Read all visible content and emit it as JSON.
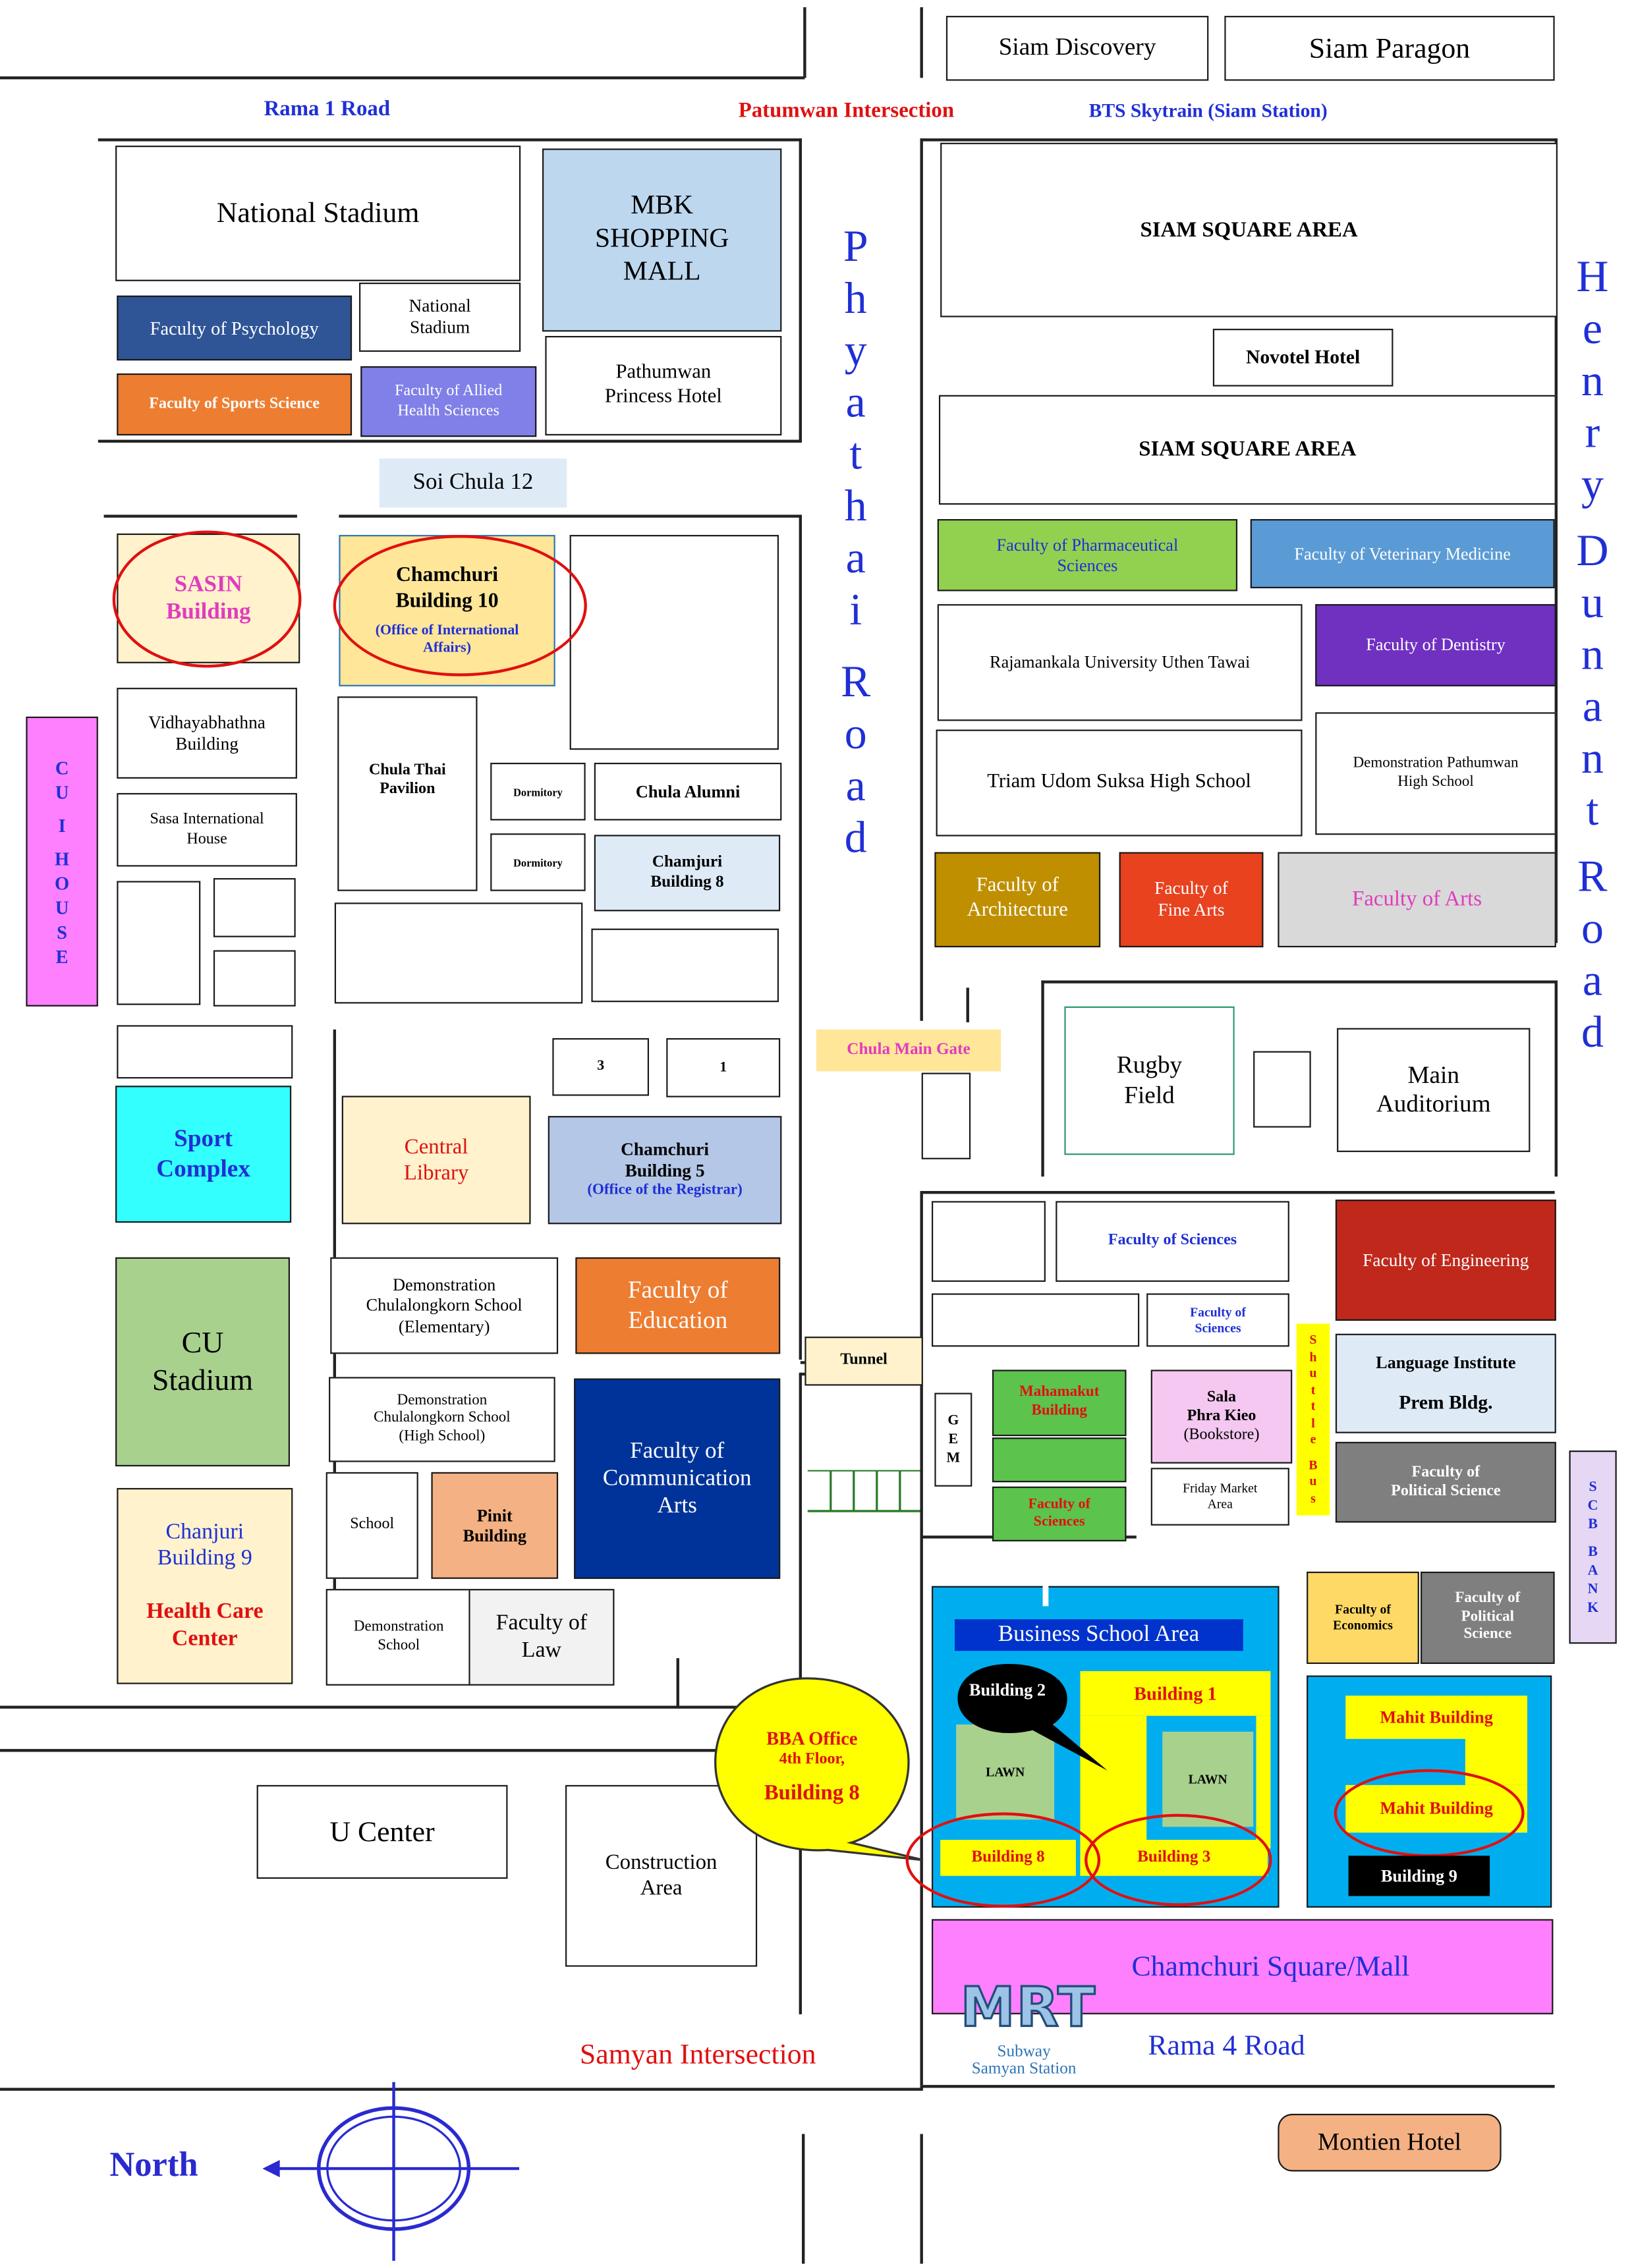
{
  "roads": {
    "rama1": "Rama   1  Road",
    "patumwan": "Patumwan Intersection",
    "bts": "BTS Skytrain (Siam Station)",
    "phyathai_letters": [
      "P",
      "h",
      "y",
      "a",
      "t",
      "h",
      "a",
      "i",
      "",
      "R",
      "o",
      "a",
      "d"
    ],
    "henry_letters": [
      "H",
      "e",
      "n",
      "r",
      "y",
      "",
      "D",
      "u",
      "n",
      "a",
      "n",
      "t",
      "",
      "R",
      "o",
      "a",
      "d"
    ],
    "samyan": "Samyan Intersection",
    "rama4": "Rama 4 Road"
  },
  "north": "North",
  "left_top": {
    "national_stadium": "National Stadium",
    "mbk": [
      "MBK",
      "SHOPPING",
      "MALL"
    ],
    "psychology": "Faculty of Psychology",
    "national_stadium_small": [
      "National",
      "Stadium"
    ],
    "sports_science": "Faculty of Sports Science",
    "allied_health": [
      "Faculty of Allied",
      "Health Sciences"
    ],
    "pathumwan_princess": [
      "Pathumwan",
      "Princess Hotel"
    ],
    "soi_chula": "Soi Chula 12"
  },
  "left_mid": {
    "sasin": [
      "SASIN",
      "Building"
    ],
    "chamchuri10": [
      "Chamchuri",
      "Building 10"
    ],
    "chamchuri10_sub": [
      "(Office of International",
      "Affairs)"
    ],
    "vidhaya": [
      "Vidhayabhathna",
      "Building"
    ],
    "sasa": [
      "Sasa International",
      "House"
    ],
    "chula_thai": [
      "Chula Thai",
      "Pavilion"
    ],
    "dorm1": "Dormitory",
    "dorm2": "Dormitory",
    "chula_alumni": "Chula Alumni",
    "chamjuri8": [
      "Chamjuri",
      "Building 8"
    ],
    "cu_i_house": [
      "C",
      "U",
      "",
      "I",
      "",
      "H",
      "O",
      "U",
      "S",
      "E"
    ],
    "num3": "3",
    "num1": "1",
    "sport_complex": [
      "Sport",
      "Complex"
    ],
    "central_library": [
      "Central",
      "Library"
    ],
    "chamchuri5": [
      "Chamchuri",
      "Building 5"
    ],
    "chamchuri5_sub": "(Office of the Registrar)",
    "cu_stadium": [
      "CU",
      "Stadium"
    ],
    "demo_elem": [
      "Demonstration",
      "Chulalongkorn School",
      "(Elementary)"
    ],
    "education": [
      "Faculty of",
      "Education"
    ],
    "demo_high": [
      "Demonstration",
      "Chulalongkorn School",
      "(High School)"
    ],
    "comm_arts": [
      "Faculty of",
      "Communication",
      "Arts"
    ],
    "chanjuri9": [
      "Chanjuri",
      "Building 9"
    ],
    "health_care": [
      "Health Care",
      "Center"
    ],
    "school": "School",
    "pinit": [
      "Pinit",
      "Building"
    ],
    "demo_school": [
      "Demonstration",
      "School"
    ],
    "law": [
      "Faculty of",
      "Law"
    ],
    "u_center": "U  Center",
    "construction": [
      "Construction",
      "Area"
    ]
  },
  "center": {
    "chula_gate": "Chula Main Gate",
    "tunnel": "Tunnel",
    "bba": [
      "BBA Office",
      "4th Floor,",
      "Building 8"
    ]
  },
  "right": {
    "siam_discovery": "Siam Discovery",
    "siam_paragon": "Siam Paragon",
    "siam_square_1": "SIAM  SQUARE  AREA",
    "novotel": "Novotel Hotel",
    "siam_square_2": "SIAM  SQUARE  AREA",
    "pharma": [
      "Faculty of Pharmaceutical",
      "Sciences"
    ],
    "vet": "Faculty of Veterinary Medicine",
    "rajamangala": "Rajamankala University Uthen Tawai",
    "dentistry": "Faculty of Dentistry",
    "triam": "Triam Udom Suksa High School",
    "demo_pathumwan": [
      "Demonstration Pathumwan",
      "High School"
    ],
    "architecture": [
      "Faculty of",
      "Architecture"
    ],
    "fine_arts": [
      "Faculty of",
      "Fine Arts"
    ],
    "arts": "Faculty of Arts",
    "rugby": [
      "Rugby",
      "Field"
    ],
    "main_auditorium": [
      "Main",
      "Auditorium"
    ],
    "sciences": "Faculty of Sciences",
    "engineering": "Faculty of Engineering",
    "sciences_small": [
      "Faculty of",
      "Sciences"
    ],
    "shuttle_bus": [
      "S",
      "h",
      "u",
      "t",
      "t",
      "l",
      "e",
      "",
      "B",
      "u",
      "s"
    ],
    "language": "Language Institute",
    "prem": "Prem Bldg.",
    "gem": [
      "G",
      "E",
      "M"
    ],
    "mahamakut": [
      "Mahamakut",
      "Building"
    ],
    "sala": [
      "Sala",
      "Phra Kieo",
      "(Bookstore)"
    ],
    "pol_sci_1": [
      "Faculty of",
      "Political Science"
    ],
    "friday_market": [
      "Friday Market",
      "Area"
    ],
    "sciences_green": [
      "Faculty of",
      "Sciences"
    ],
    "scb": [
      "S",
      "C",
      "B",
      "",
      "B",
      "A",
      "N",
      "K"
    ],
    "economics": [
      "Faculty of",
      "Economics"
    ],
    "pol_sci_2": [
      "Faculty of",
      "Political",
      "Science"
    ]
  },
  "business": {
    "area": "Business School Area",
    "building2": "Building 2",
    "building1": "Building 1",
    "lawn1": "LAWN",
    "lawn2": "LAWN",
    "building8": "Building 8",
    "building3": "Building 3",
    "mahit1": "Mahit Building",
    "mahit2": "Mahit Building",
    "building9": "Building 9",
    "chamchuri_square": "Chamchuri    Square/Mall",
    "mrt": "MRT",
    "subway": [
      "Subway",
      "Samyan Station"
    ],
    "montien": "Montien Hotel"
  },
  "colors": {
    "road_label_blue": "#1f2fd6",
    "road_label_red": "#e01010",
    "highlight_ring": "#e01010",
    "business_blue": "#00aeef",
    "highlight_yellow": "#ffff00"
  }
}
